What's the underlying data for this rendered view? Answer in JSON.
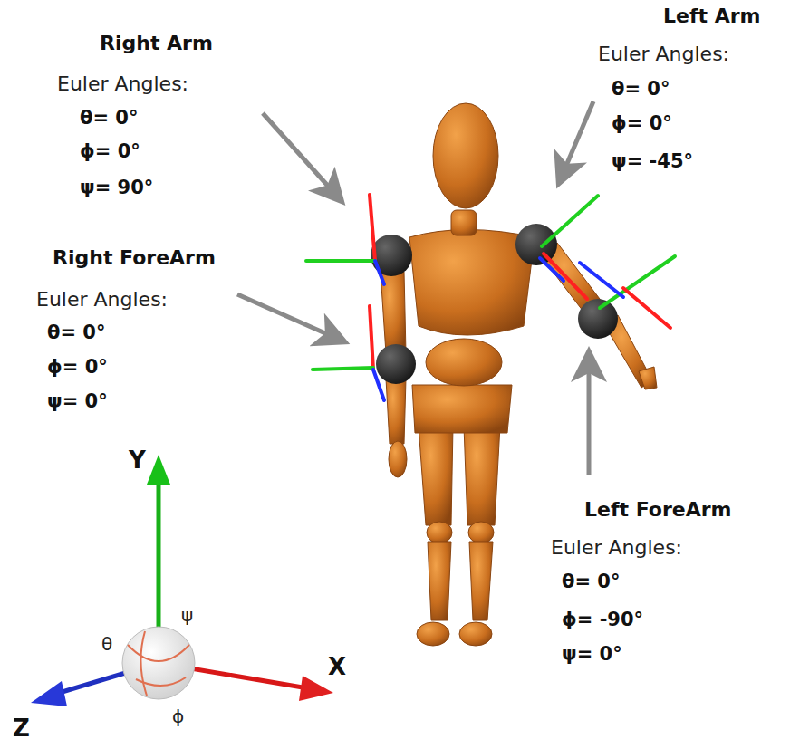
{
  "diagram": {
    "labels": [
      "Right Arm",
      "Euler Angles:",
      "θ= 0°",
      "ϕ= 0°",
      "ψ= 90°",
      "Right ForeArm",
      "Euler Angles:",
      "θ= 0°",
      "ϕ= 0°",
      "ψ= 0°",
      "Left Arm",
      "Euler Angles:",
      "θ= 0°",
      "ϕ= 0°",
      "ψ= -45°",
      "Left ForeArm",
      "Euler Angles:",
      "θ= 0°",
      "ϕ= -90°",
      "ψ= 0°",
      "Y",
      "X",
      "Z",
      "θ",
      "ψ",
      "ϕ"
    ]
  }
}
